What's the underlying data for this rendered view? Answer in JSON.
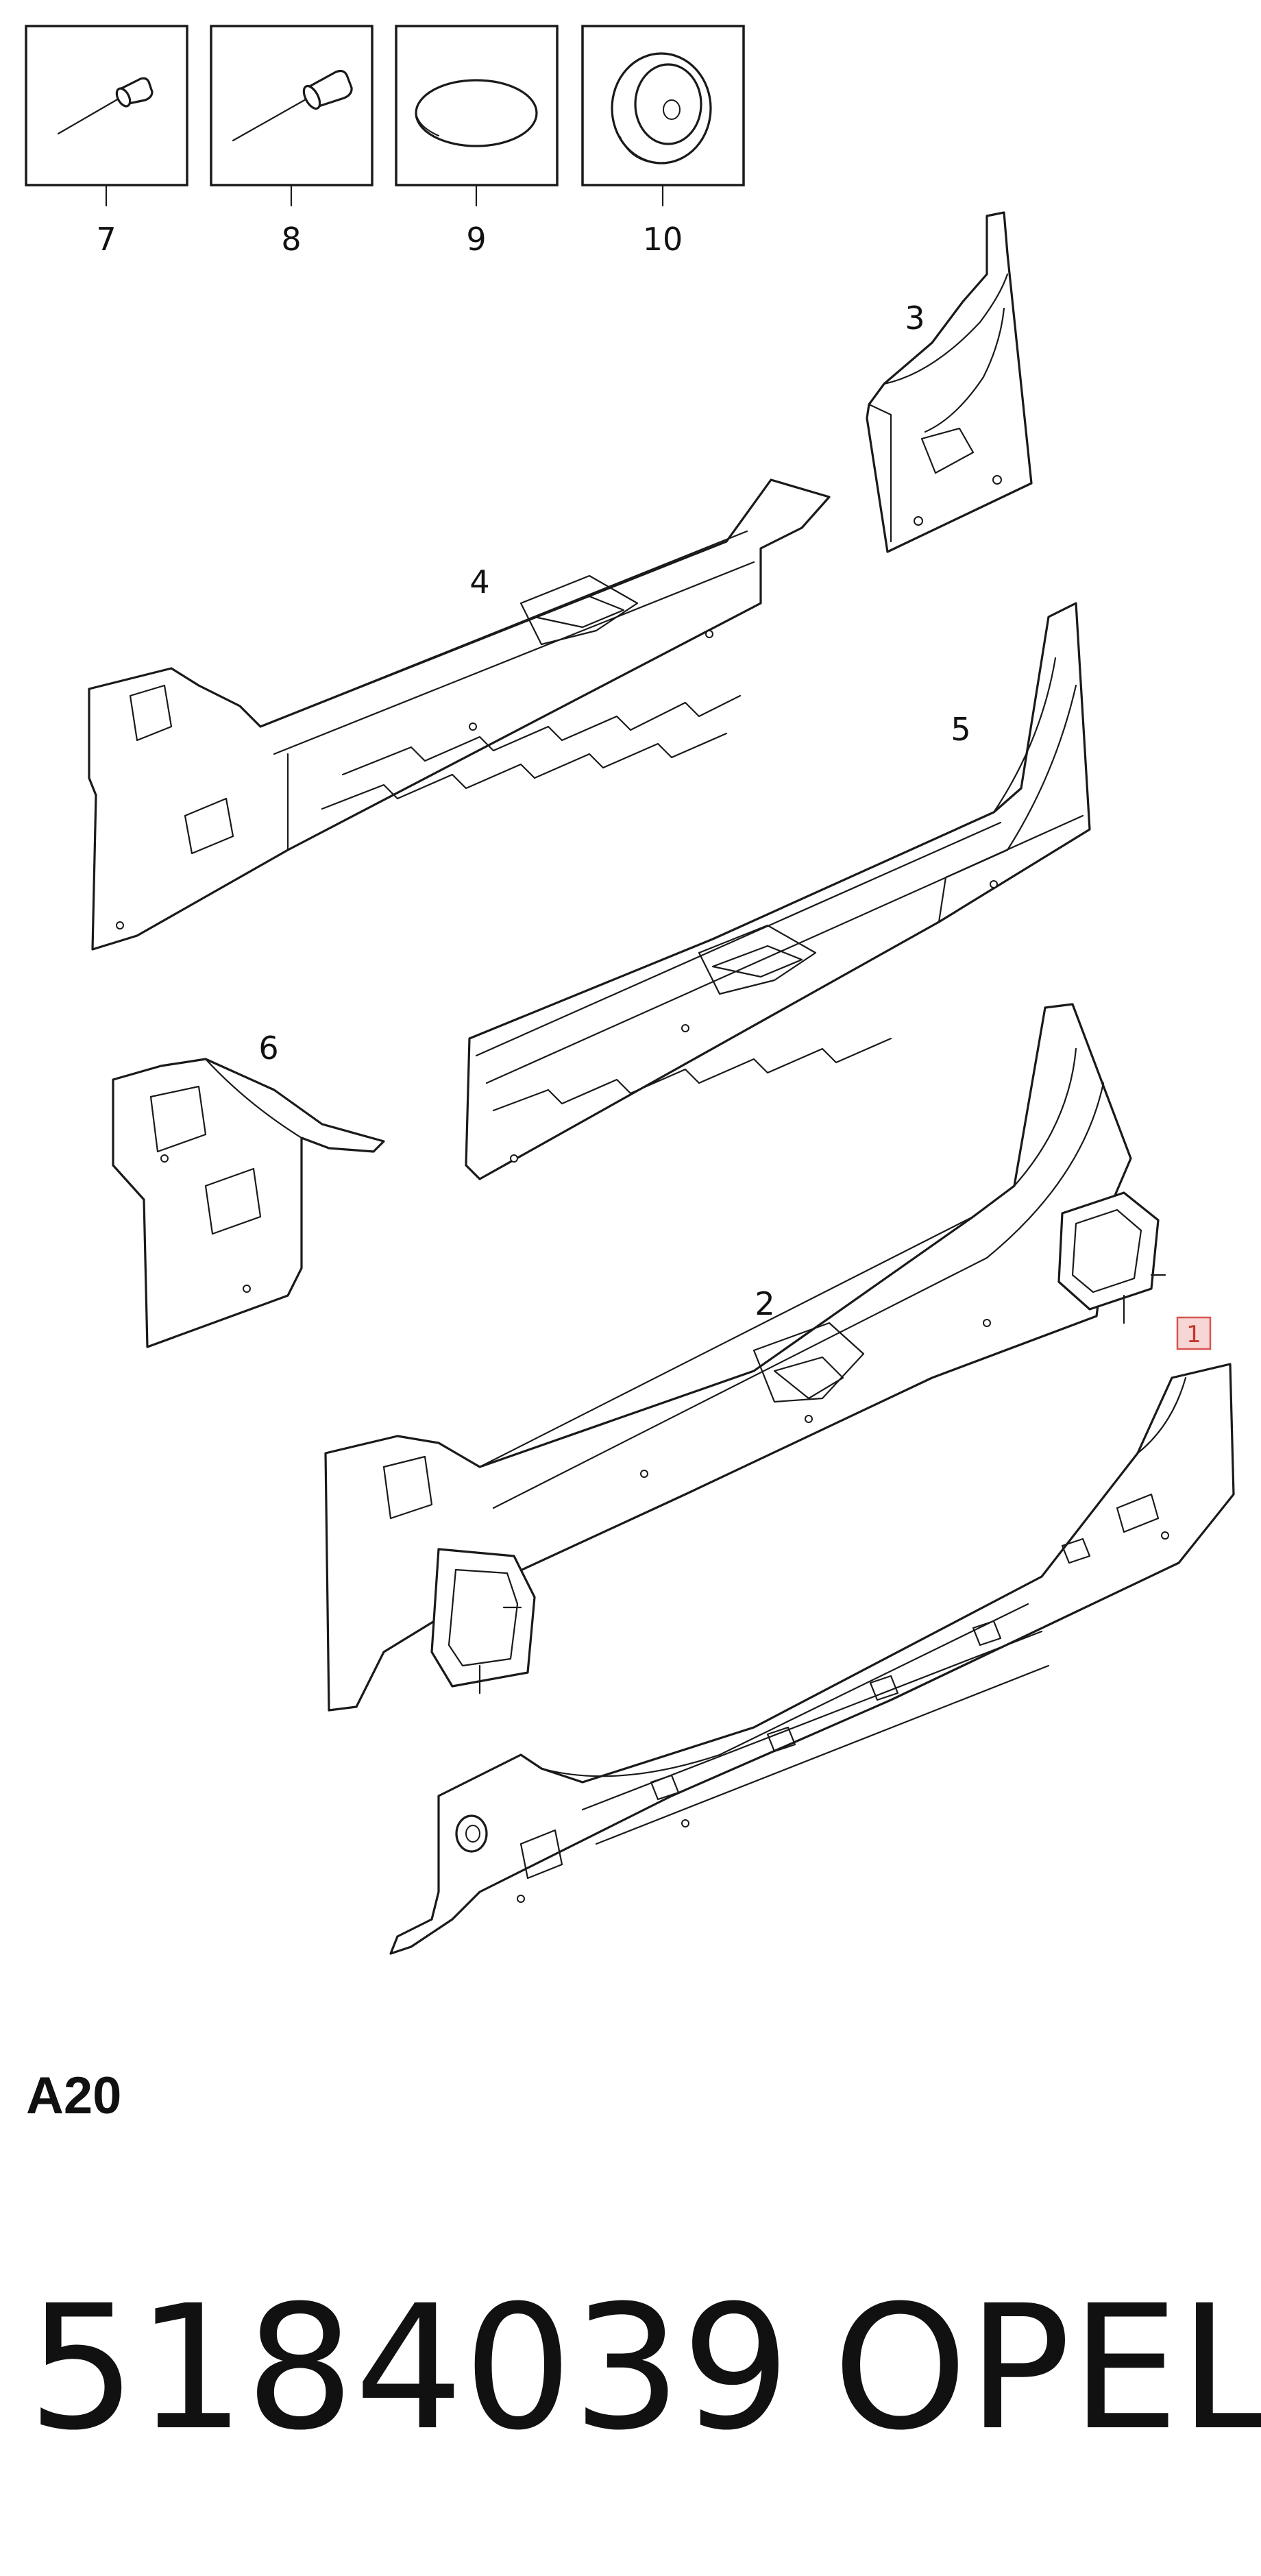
{
  "callouts": {
    "p7": "7",
    "p8": "8",
    "p9": "9",
    "p10": "10",
    "p3": "3",
    "p4": "4",
    "p5": "5",
    "p6": "6",
    "p2": "2",
    "p1": "1"
  },
  "section_code": "A20",
  "part_number": "5184039",
  "brand": "OPEL",
  "colors": {
    "highlight_fill": "#f7d6d6",
    "highlight_stroke": "#d9534f",
    "ink": "#1a1a1a"
  }
}
